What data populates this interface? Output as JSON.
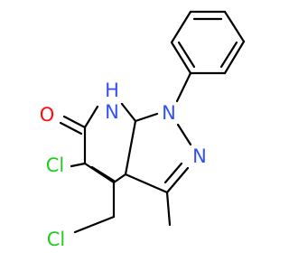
{
  "molecule": {
    "atoms": {
      "carbonyl_oxygen": {
        "symbol": "O",
        "color": "#ff0d0d"
      },
      "ring_nh": {
        "symbol": "H",
        "color": "#3050f8"
      },
      "ring_nh_nitrogen": {
        "symbol": "N",
        "color": "#3050f8"
      },
      "pyrazole_n1": {
        "symbol": "N",
        "color": "#3050f8"
      },
      "pyrazole_n2": {
        "symbol": "N",
        "color": "#3050f8"
      },
      "ring_chlorine": {
        "symbol": "Cl",
        "color": "#1fcc1f"
      },
      "chloromethyl_chlorine": {
        "symbol": "Cl",
        "color": "#1fcc1f"
      }
    },
    "bond_color": "#000000"
  }
}
